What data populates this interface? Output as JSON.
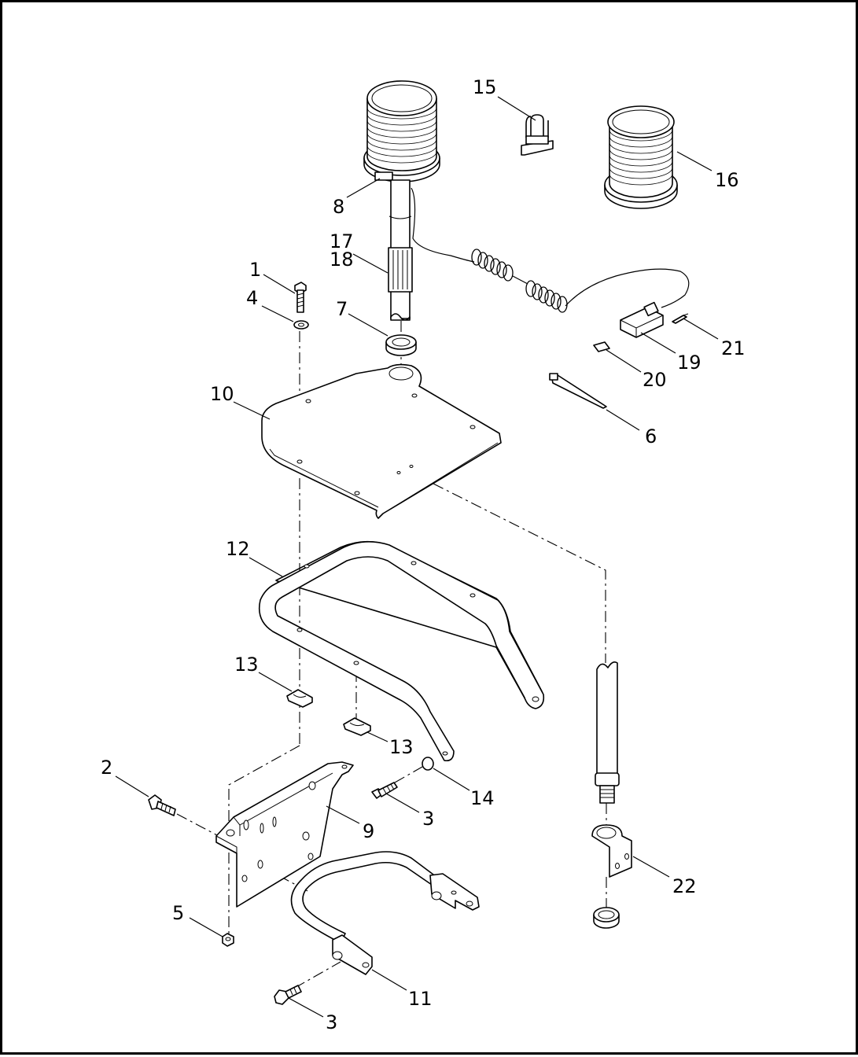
{
  "diagram": {
    "callouts": [
      {
        "id": "c15",
        "label": "15"
      },
      {
        "id": "c16",
        "label": "16"
      },
      {
        "id": "c8",
        "label": "8"
      },
      {
        "id": "c17",
        "label": "17"
      },
      {
        "id": "c18",
        "label": "18"
      },
      {
        "id": "c1",
        "label": "1"
      },
      {
        "id": "c4",
        "label": "4"
      },
      {
        "id": "c7",
        "label": "7"
      },
      {
        "id": "c21",
        "label": "21"
      },
      {
        "id": "c19",
        "label": "19"
      },
      {
        "id": "c20",
        "label": "20"
      },
      {
        "id": "c10",
        "label": "10"
      },
      {
        "id": "c6",
        "label": "6"
      },
      {
        "id": "c12",
        "label": "12"
      },
      {
        "id": "c13a",
        "label": "13"
      },
      {
        "id": "c13b",
        "label": "13"
      },
      {
        "id": "c2",
        "label": "2"
      },
      {
        "id": "c14",
        "label": "14"
      },
      {
        "id": "c3a",
        "label": "3"
      },
      {
        "id": "c9",
        "label": "9"
      },
      {
        "id": "c22",
        "label": "22"
      },
      {
        "id": "c5",
        "label": "5"
      },
      {
        "id": "c11",
        "label": "11"
      },
      {
        "id": "c3b",
        "label": "3"
      }
    ]
  }
}
